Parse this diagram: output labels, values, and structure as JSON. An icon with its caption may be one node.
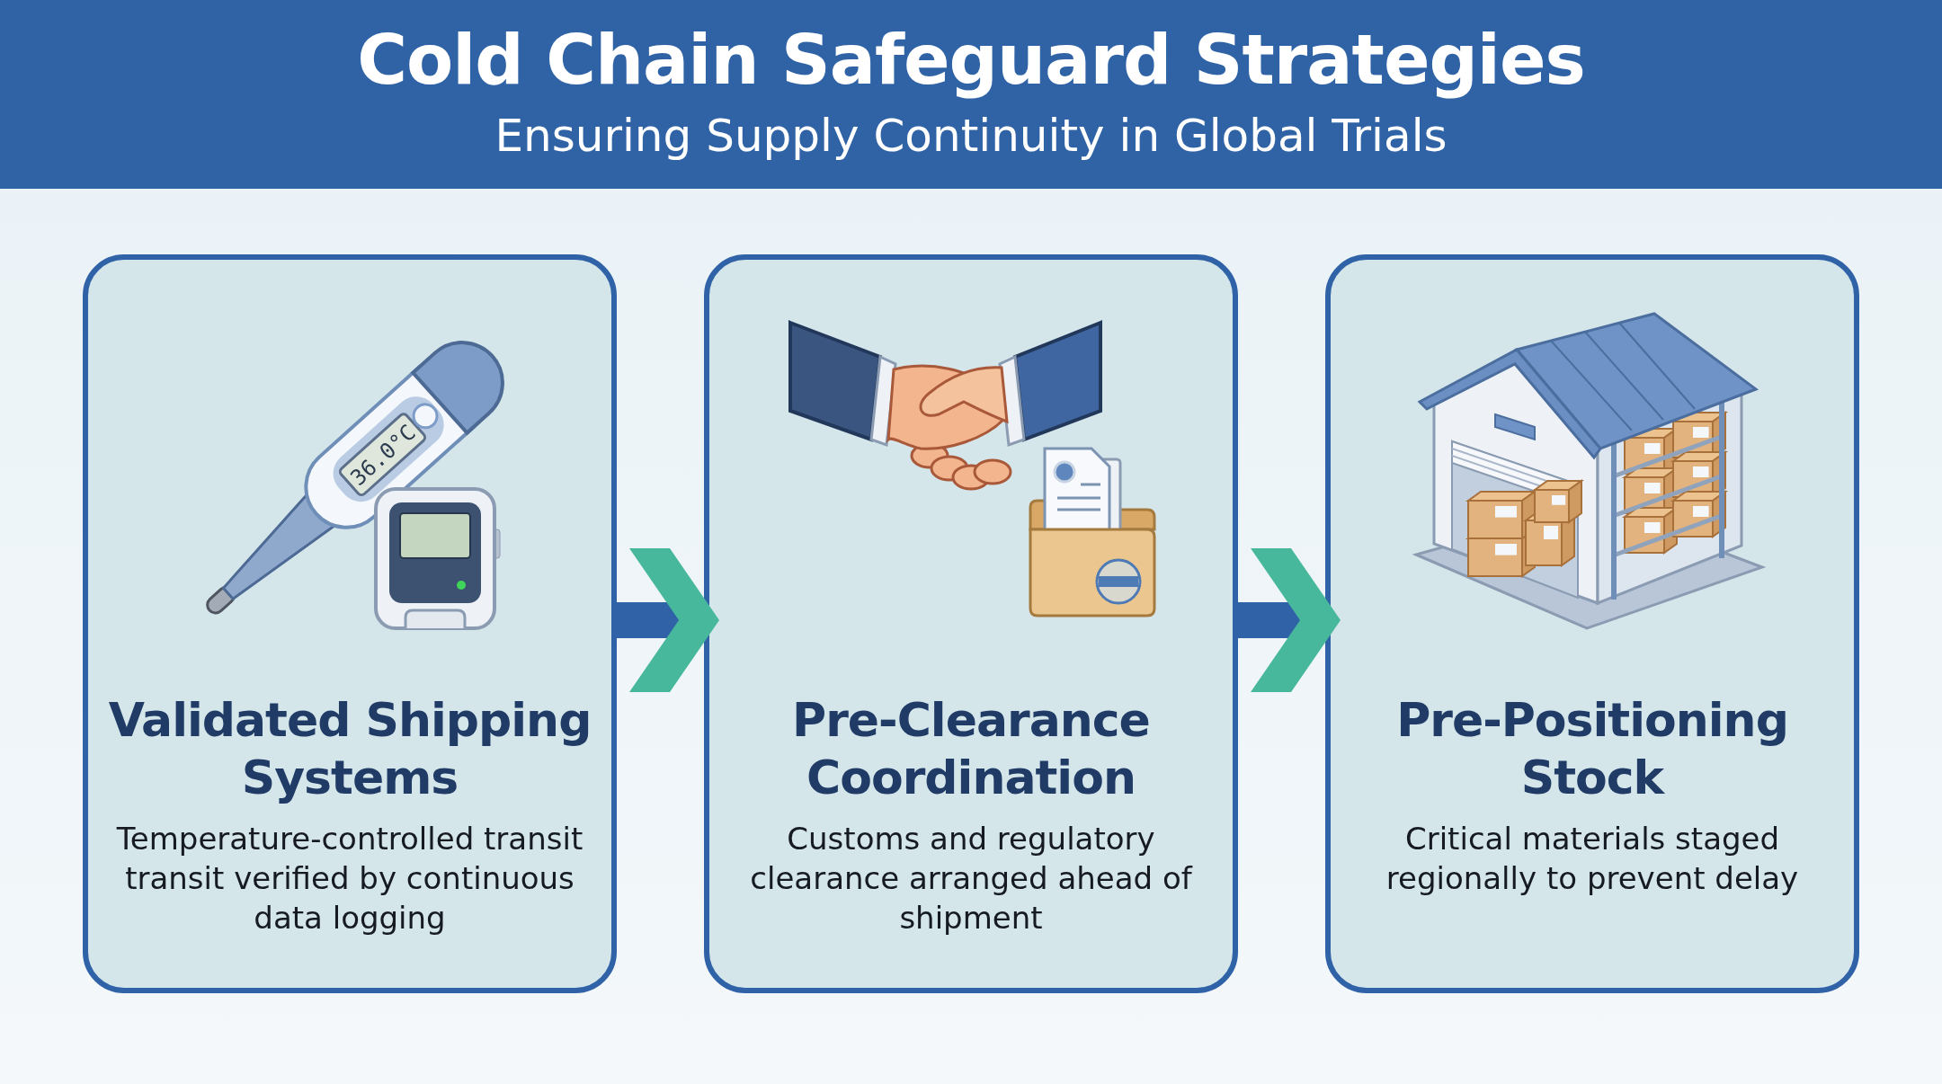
{
  "diagram": {
    "title": "Cold Chain Safeguard Strategies",
    "nodes": [
      {
        "text": [
          "Validated Shipping Systems",
          "Temperature-controlled transit transit verified by continuous data logging"
        ]
      },
      {
        "text": [
          "Pre-Clearance Coordination",
          "Customs and regulatory clearance arranged ahead of shipment"
        ]
      },
      {
        "text": [
          "Pre-Positioning Stock",
          "Critical materials staged regionally to prevent delay"
        ]
      }
    ],
    "edges": [
      {
        "from": 0,
        "to": 1,
        "arrow": "to"
      },
      {
        "from": 1,
        "to": 2,
        "arrow": "to"
      }
    ],
    "labels": [
      "Ensuring Supply Continuity in Global Trials",
      "36.0°C"
    ]
  }
}
